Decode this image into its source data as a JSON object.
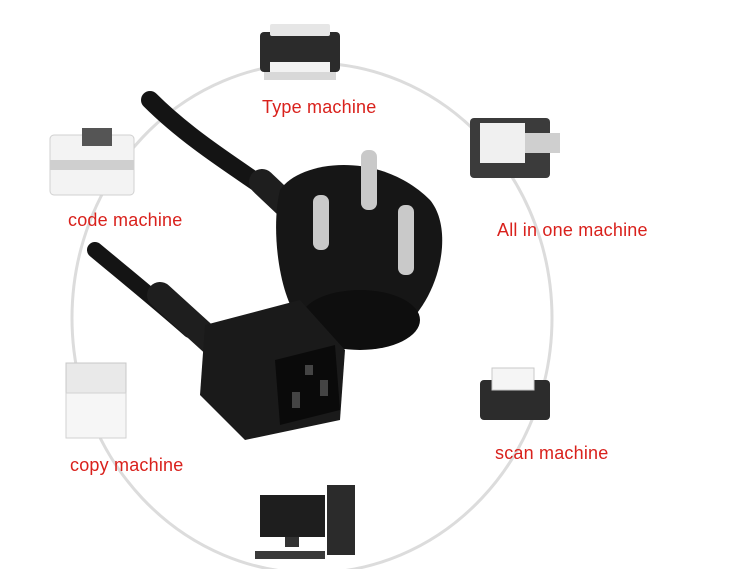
{
  "labels": {
    "type": "Type machine",
    "code": "code machine",
    "allinone": "All in one machine",
    "copy": "copy machine",
    "scan": "scan machine"
  },
  "colors": {
    "label": "#d9211c",
    "ring": "#d6d6d6",
    "cord": "#141414",
    "pin": "#c9c9c9"
  },
  "icons": [
    "printer-icon",
    "label-printer-icon",
    "multifunction-printer-icon",
    "copier-icon",
    "scanner-icon",
    "desktop-computer-icon"
  ]
}
